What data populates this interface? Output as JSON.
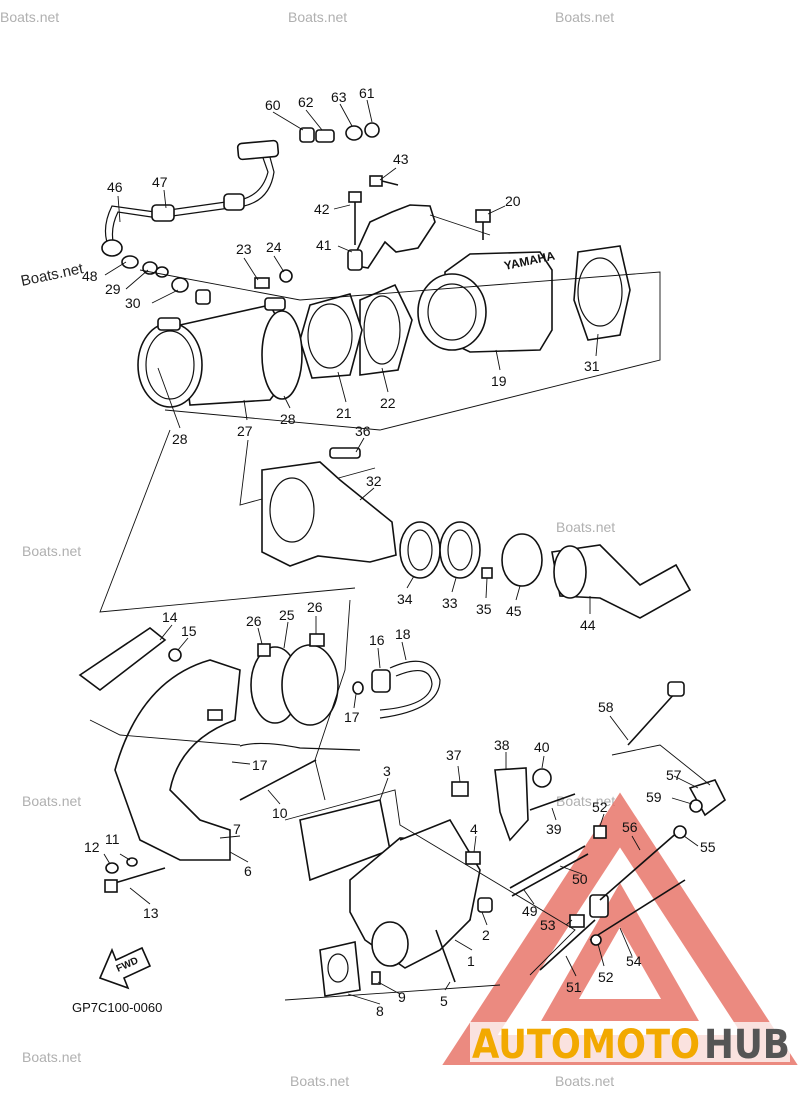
{
  "diagram_code": "GP7C100-0060",
  "fwd_label": "FWD",
  "brand_text_yamaha": "YAMAHA",
  "watermark": {
    "text": "Boats.net",
    "brand_part1": "AUTOMOTO",
    "brand_part2": "HUB",
    "colors": {
      "triangle": "#e23a2a",
      "auto": "#f2a900",
      "hub": "#555555"
    }
  },
  "callouts": {
    "c1": "1",
    "c2": "2",
    "c3": "3",
    "c4": "4",
    "c5": "5",
    "c6": "6",
    "c7": "7",
    "c8": "8",
    "c9": "9",
    "c10": "10",
    "c11": "11",
    "c12": "12",
    "c13": "13",
    "c14": "14",
    "c15": "15",
    "c16": "16",
    "c17a": "17",
    "c17b": "17",
    "c18": "18",
    "c19": "19",
    "c20": "20",
    "c21": "21",
    "c22": "22",
    "c23": "23",
    "c24": "24",
    "c25": "25",
    "c26a": "26",
    "c26b": "26",
    "c27": "27",
    "c28a": "28",
    "c28b": "28",
    "c29": "29",
    "c30": "30",
    "c31": "31",
    "c32": "32",
    "c33": "33",
    "c34": "34",
    "c35": "35",
    "c36": "36",
    "c37": "37",
    "c38": "38",
    "c39": "39",
    "c40": "40",
    "c41": "41",
    "c42": "42",
    "c43": "43",
    "c44": "44",
    "c45": "45",
    "c46": "46",
    "c47": "47",
    "c48": "48",
    "c49": "49",
    "c50": "50",
    "c51": "51",
    "c52a": "52",
    "c52b": "52",
    "c53": "53",
    "c54": "54",
    "c55": "55",
    "c56": "56",
    "c57": "57",
    "c58": "58",
    "c59": "59",
    "c60": "60",
    "c61": "61",
    "c62": "62",
    "c63": "63"
  }
}
